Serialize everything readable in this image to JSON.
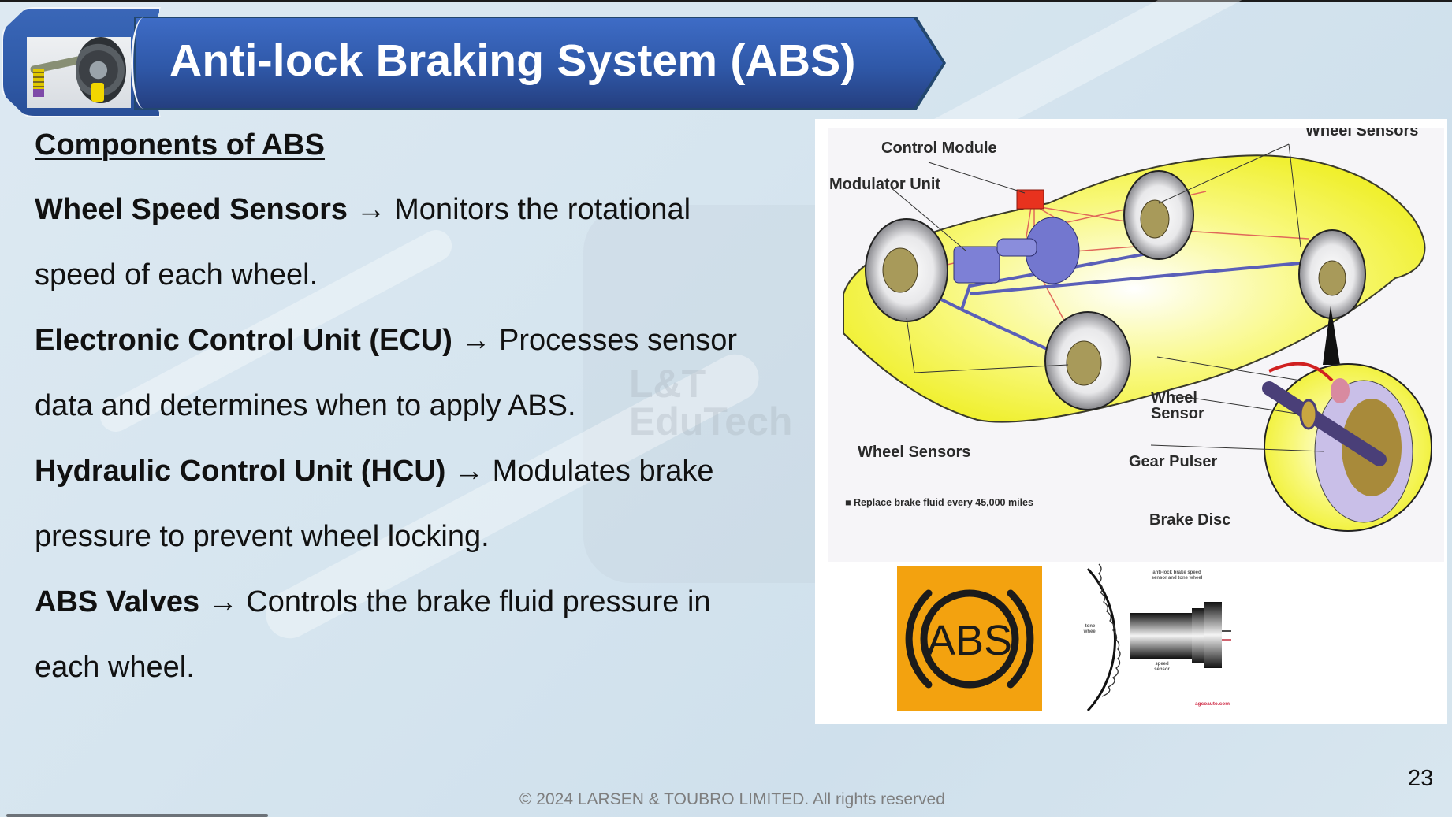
{
  "slide": {
    "title": "Anti-lock Braking System (ABS)",
    "heading": "Components of ABS",
    "page_number": "23",
    "footer": "© 2024 LARSEN & TOUBRO LIMITED. All rights reserved",
    "watermark": [
      "L&T",
      "EduTech"
    ],
    "progress_fraction": 0.18,
    "arrow": "→",
    "components": [
      {
        "term": "Wheel Speed Sensors",
        "desc_line1": "Monitors the rotational",
        "desc_line2": "speed of each wheel."
      },
      {
        "term": "Electronic Control Unit (ECU)",
        "desc_line1": "Processes sensor",
        "desc_line2": "data and determines when to apply ABS."
      },
      {
        "term": "Hydraulic Control Unit (HCU)",
        "desc_line1": "Modulates brake",
        "desc_line2": "pressure to prevent wheel locking."
      },
      {
        "term": "ABS Valves",
        "desc_line1": "Controls the brake fluid pressure in",
        "desc_line2": "each wheel."
      }
    ]
  },
  "diagram": {
    "labels": {
      "control_module": "Control Module",
      "modulator_unit": "Modulator Unit",
      "wheel_sensors_top": "Wheel Sensors",
      "wheel_sensors_bottom": "Wheel Sensors",
      "wheel_sensor": [
        "Wheel",
        "Sensor"
      ],
      "gear_pulser": "Gear Pulser",
      "brake_disc": "Brake Disc",
      "note": "Replace brake fluid every 45,000 miles"
    },
    "colors": {
      "car_body": "#f2f23a",
      "control_module": "#e8321e",
      "hydraulics": "#6a6fd0",
      "wiring": "#e0685a"
    }
  },
  "abs_icon": {
    "text": "ABS",
    "background": "#f3a20f",
    "foreground": "#1b1b1b"
  },
  "sensor_figure": {
    "caption": [
      "anti-lock brake speed",
      "sensor and tone wheel"
    ],
    "tone_wheel_label": [
      "tone",
      "wheel"
    ],
    "speed_sensor_label": [
      "speed",
      "sensor"
    ],
    "source": "agcoauto.com"
  }
}
